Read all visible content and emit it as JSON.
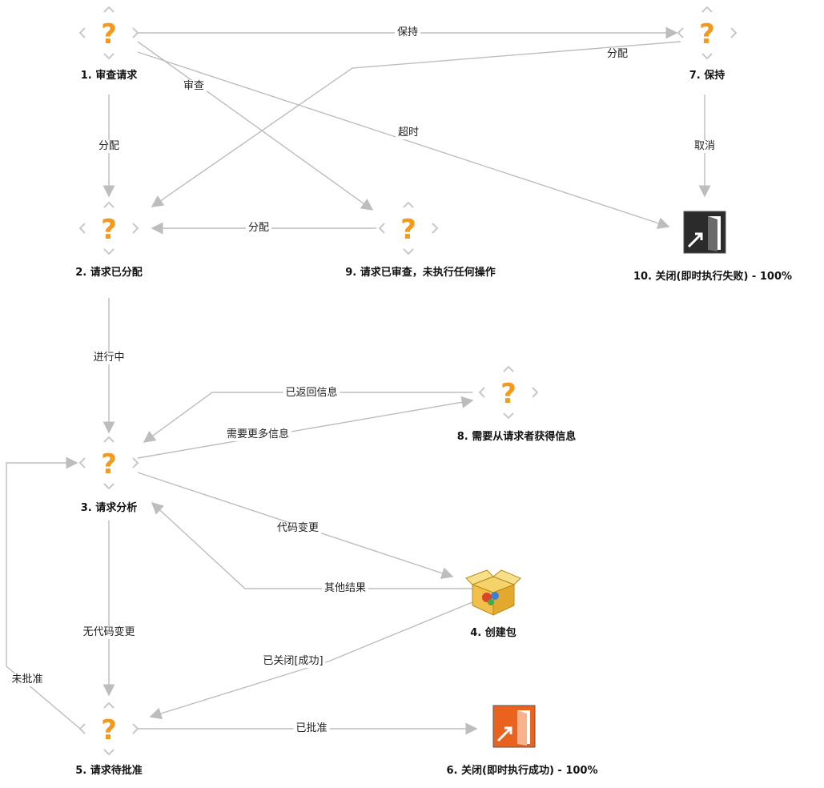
{
  "nodes": [
    {
      "id": "n1",
      "label": "1. 审查请求",
      "icon": "question-icon"
    },
    {
      "id": "n2",
      "label": "2. 请求已分配",
      "icon": "question-icon"
    },
    {
      "id": "n3",
      "label": "3. 请求分析",
      "icon": "question-icon"
    },
    {
      "id": "n4",
      "label": "4. 创建包",
      "icon": "package-box-icon"
    },
    {
      "id": "n5",
      "label": "5. 请求待批准",
      "icon": "question-icon"
    },
    {
      "id": "n6",
      "label": "6. 关闭(即时执行成功) - 100%",
      "icon": "exit-door-orange-icon"
    },
    {
      "id": "n7",
      "label": "7. 保持",
      "icon": "question-icon"
    },
    {
      "id": "n8",
      "label": "8. 需要从请求者获得信息",
      "icon": "question-icon"
    },
    {
      "id": "n9",
      "label": "9. 请求已审查，未执行任何操作",
      "icon": "question-icon"
    },
    {
      "id": "n10",
      "label": "10. 关闭(即时执行失败) - 100%",
      "icon": "exit-door-dark-icon"
    }
  ],
  "edges": [
    {
      "from": "n1",
      "to": "n7",
      "label": "保持"
    },
    {
      "from": "n7",
      "to": "n2",
      "label": "分配"
    },
    {
      "from": "n1",
      "to": "n9",
      "label": "审查"
    },
    {
      "from": "n1",
      "to": "n10",
      "label": "超时"
    },
    {
      "from": "n1",
      "to": "n2",
      "label": "分配"
    },
    {
      "from": "n7",
      "to": "n10",
      "label": "取消"
    },
    {
      "from": "n9",
      "to": "n2",
      "label": "分配"
    },
    {
      "from": "n2",
      "to": "n3",
      "label": "进行中"
    },
    {
      "from": "n8",
      "to": "n3",
      "label": "已返回信息"
    },
    {
      "from": "n3",
      "to": "n8",
      "label": "需要更多信息"
    },
    {
      "from": "n3",
      "to": "n4",
      "label": "代码变更"
    },
    {
      "from": "n4",
      "to": "n3",
      "label": "其他结果"
    },
    {
      "from": "n3",
      "to": "n5",
      "label": "无代码变更"
    },
    {
      "from": "n4",
      "to": "n5",
      "label": "已关闭[成功]"
    },
    {
      "from": "n5",
      "to": "n3",
      "label": "未批准"
    },
    {
      "from": "n5",
      "to": "n6",
      "label": "已批准"
    }
  ],
  "colors": {
    "edge": "#bdbdbd",
    "question_mark": "#f39a1e",
    "chevron": "#c8c8c8",
    "door_orange": "#e9631f",
    "door_dark": "#2b2b2b"
  }
}
